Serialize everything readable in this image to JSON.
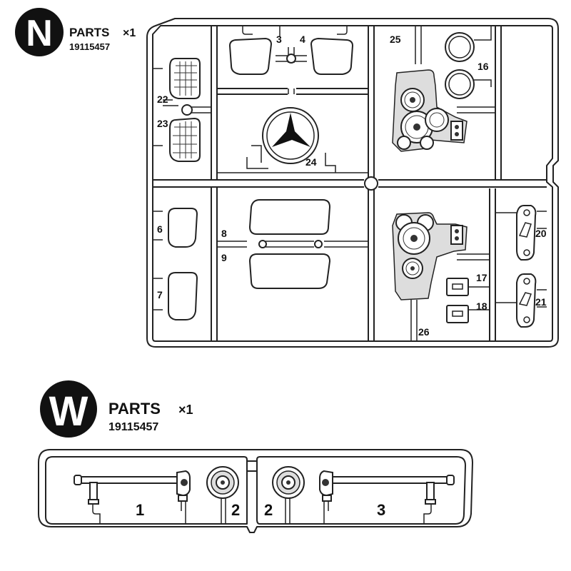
{
  "sheet_n": {
    "letter": "N",
    "title": "PARTS",
    "qty": "×1",
    "code": "19115457",
    "labels": {
      "p3": "3",
      "p4": "4",
      "p25": "25",
      "p16": "16",
      "p22": "22",
      "p23": "23",
      "p24": "24",
      "p6": "6",
      "p7": "7",
      "p8": "8",
      "p9": "9",
      "p17": "17",
      "p18": "18",
      "p20": "20",
      "p21": "21",
      "p26": "26"
    }
  },
  "sheet_w": {
    "letter": "W",
    "title": "PARTS",
    "qty": "×1",
    "code": "19115457",
    "labels": {
      "p1": "1",
      "p2a": "2",
      "p2b": "2",
      "p3": "3"
    }
  }
}
